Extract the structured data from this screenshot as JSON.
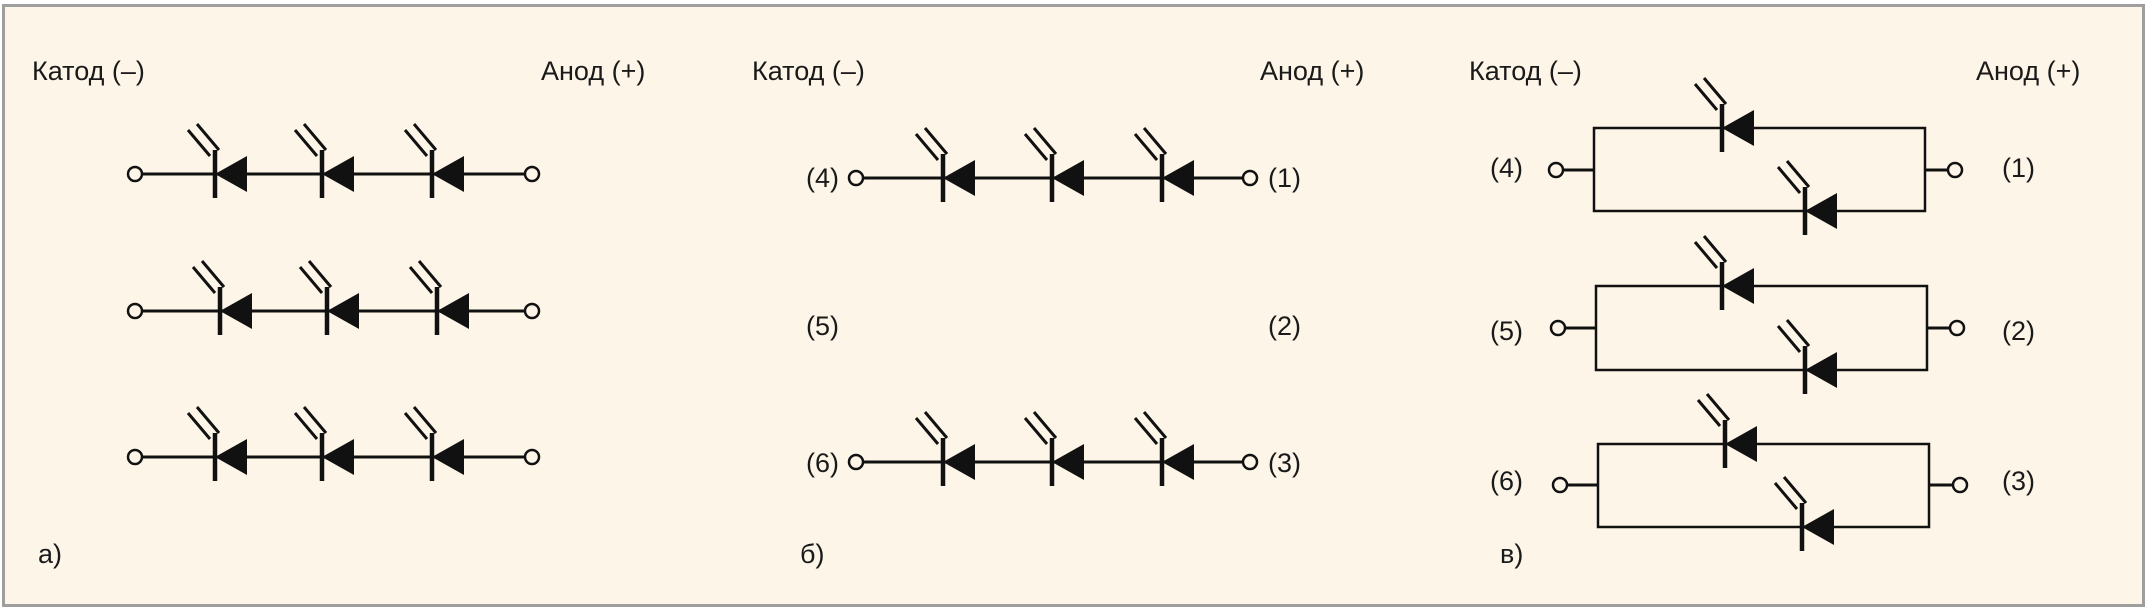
{
  "panels": [
    {
      "id": "a",
      "caption": "а)",
      "cathode_label": "Катод (–)",
      "anode_label": "Анод (+)",
      "rows": [
        {
          "left_label": "",
          "right_label": ""
        },
        {
          "left_label": "",
          "right_label": ""
        },
        {
          "left_label": "",
          "right_label": ""
        }
      ]
    },
    {
      "id": "b",
      "caption": "б)",
      "cathode_label": "Катод (–)",
      "anode_label": "Анод (+)",
      "rows": [
        {
          "left_label": "(4)",
          "right_label": "(1)"
        },
        {
          "left_label": "(5)",
          "right_label": "(2)"
        },
        {
          "left_label": "(6)",
          "right_label": "(3)"
        }
      ]
    },
    {
      "id": "c",
      "caption": "в)",
      "cathode_label": "Катод (–)",
      "anode_label": "Анод (+)",
      "rows": [
        {
          "left_label": "(4)",
          "right_label": "(1)"
        },
        {
          "left_label": "(5)",
          "right_label": "(2)"
        },
        {
          "left_label": "(6)",
          "right_label": "(3)"
        }
      ]
    }
  ],
  "colors": {
    "background": "#fdf6e8",
    "frame": "#9e9e9e",
    "ink": "#111111"
  }
}
